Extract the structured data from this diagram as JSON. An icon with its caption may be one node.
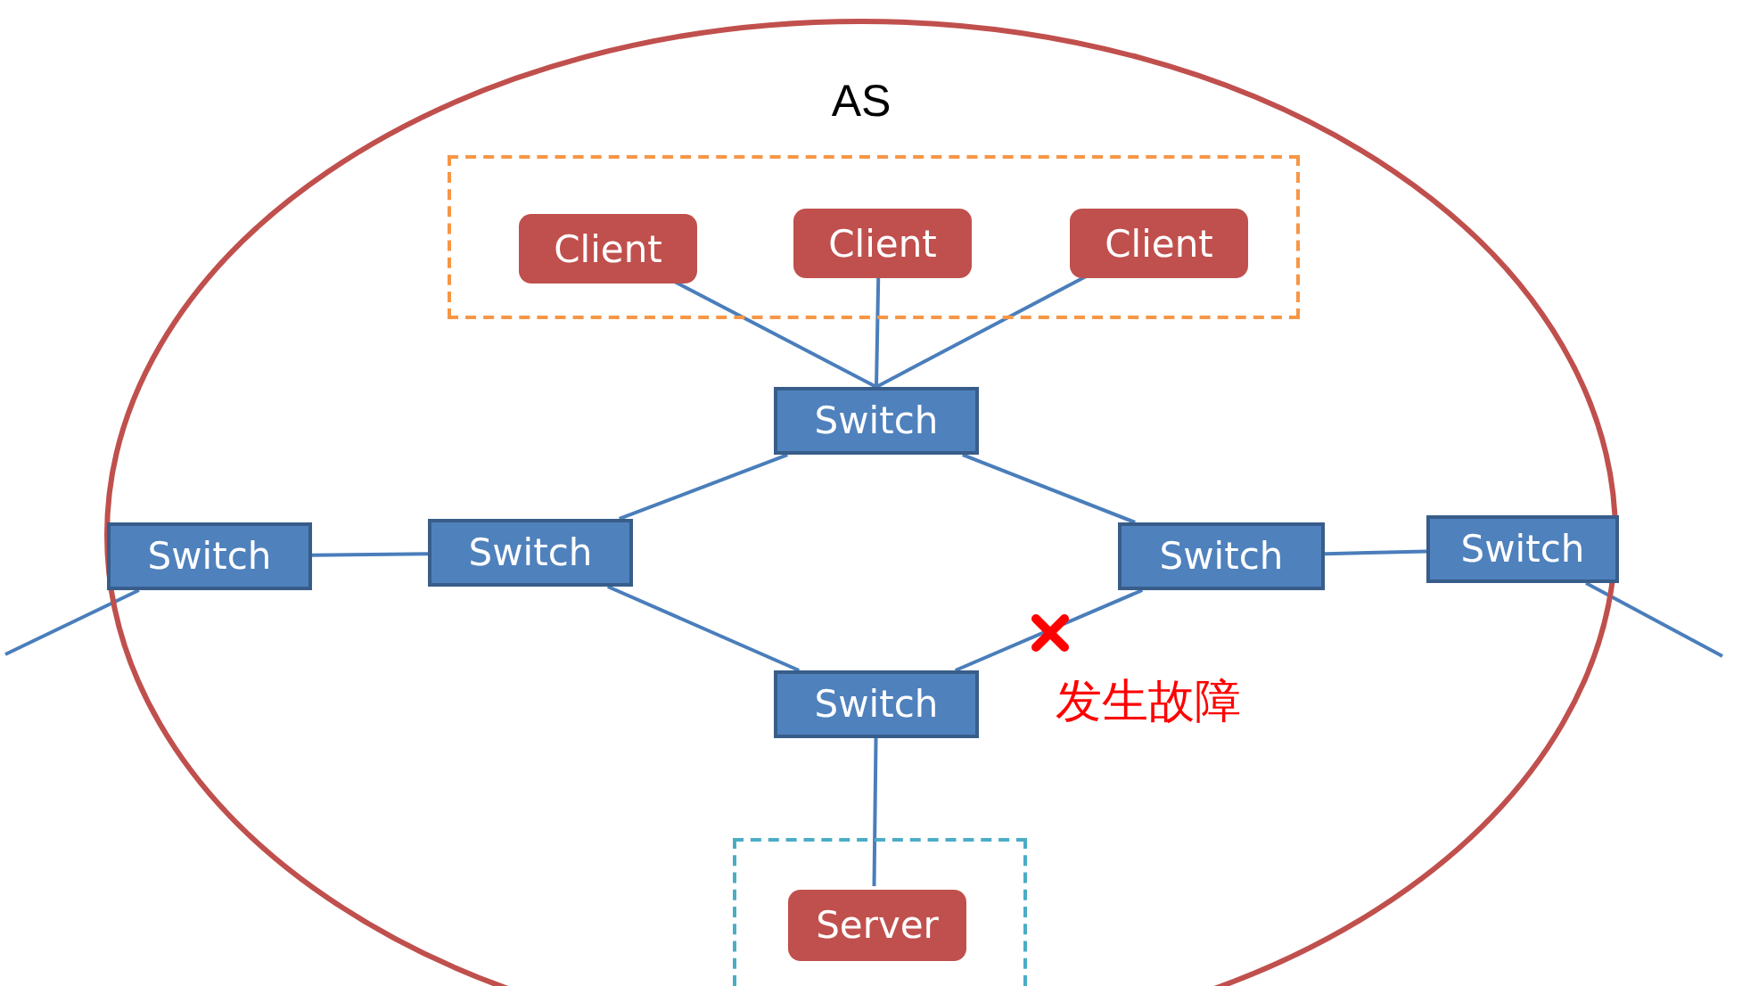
{
  "diagram": {
    "nodes": [
      {
        "text": [
          "AS"
        ]
      },
      {
        "text": [],
        "shape": "box",
        "in": 0
      },
      {
        "text": [
          "Client"
        ],
        "in": 1
      },
      {
        "text": [
          "Client"
        ],
        "in": 1
      },
      {
        "text": [
          "Client"
        ],
        "in": 1
      },
      {
        "text": [
          "Switch"
        ],
        "in": 0
      },
      {
        "text": [
          "Switch"
        ],
        "in": 0
      },
      {
        "text": [
          "Switch"
        ],
        "in": 0
      },
      {
        "text": [
          "Switch"
        ],
        "in": 0
      },
      {
        "text": [
          "Switch"
        ],
        "in": 0
      },
      {
        "text": [
          "Switch"
        ],
        "in": 0
      },
      {
        "text": [],
        "shape": "box",
        "in": 0
      },
      {
        "text": [
          "Server"
        ],
        "in": 11
      }
    ],
    "edges": [
      {
        "from": 2,
        "to": 5,
        "arrow": "none"
      },
      {
        "from": 3,
        "to": 5,
        "arrow": "none"
      },
      {
        "from": 4,
        "to": 5,
        "arrow": "none"
      },
      {
        "from": null,
        "to": 6,
        "arrow": "none"
      },
      {
        "from": 6,
        "to": 7,
        "arrow": "none"
      },
      {
        "from": 7,
        "to": 5,
        "arrow": "none"
      },
      {
        "from": 7,
        "to": 10,
        "arrow": "none"
      },
      {
        "from": 5,
        "to": 8,
        "arrow": "none"
      },
      {
        "from": 10,
        "to": 8,
        "arrow": "none"
      },
      {
        "from": 8,
        "to": 9,
        "arrow": "none"
      },
      {
        "from": 9,
        "to": null,
        "arrow": "none"
      },
      {
        "from": 10,
        "to": 12,
        "arrow": "none"
      }
    ],
    "labels": [
      "发生故障"
    ]
  }
}
